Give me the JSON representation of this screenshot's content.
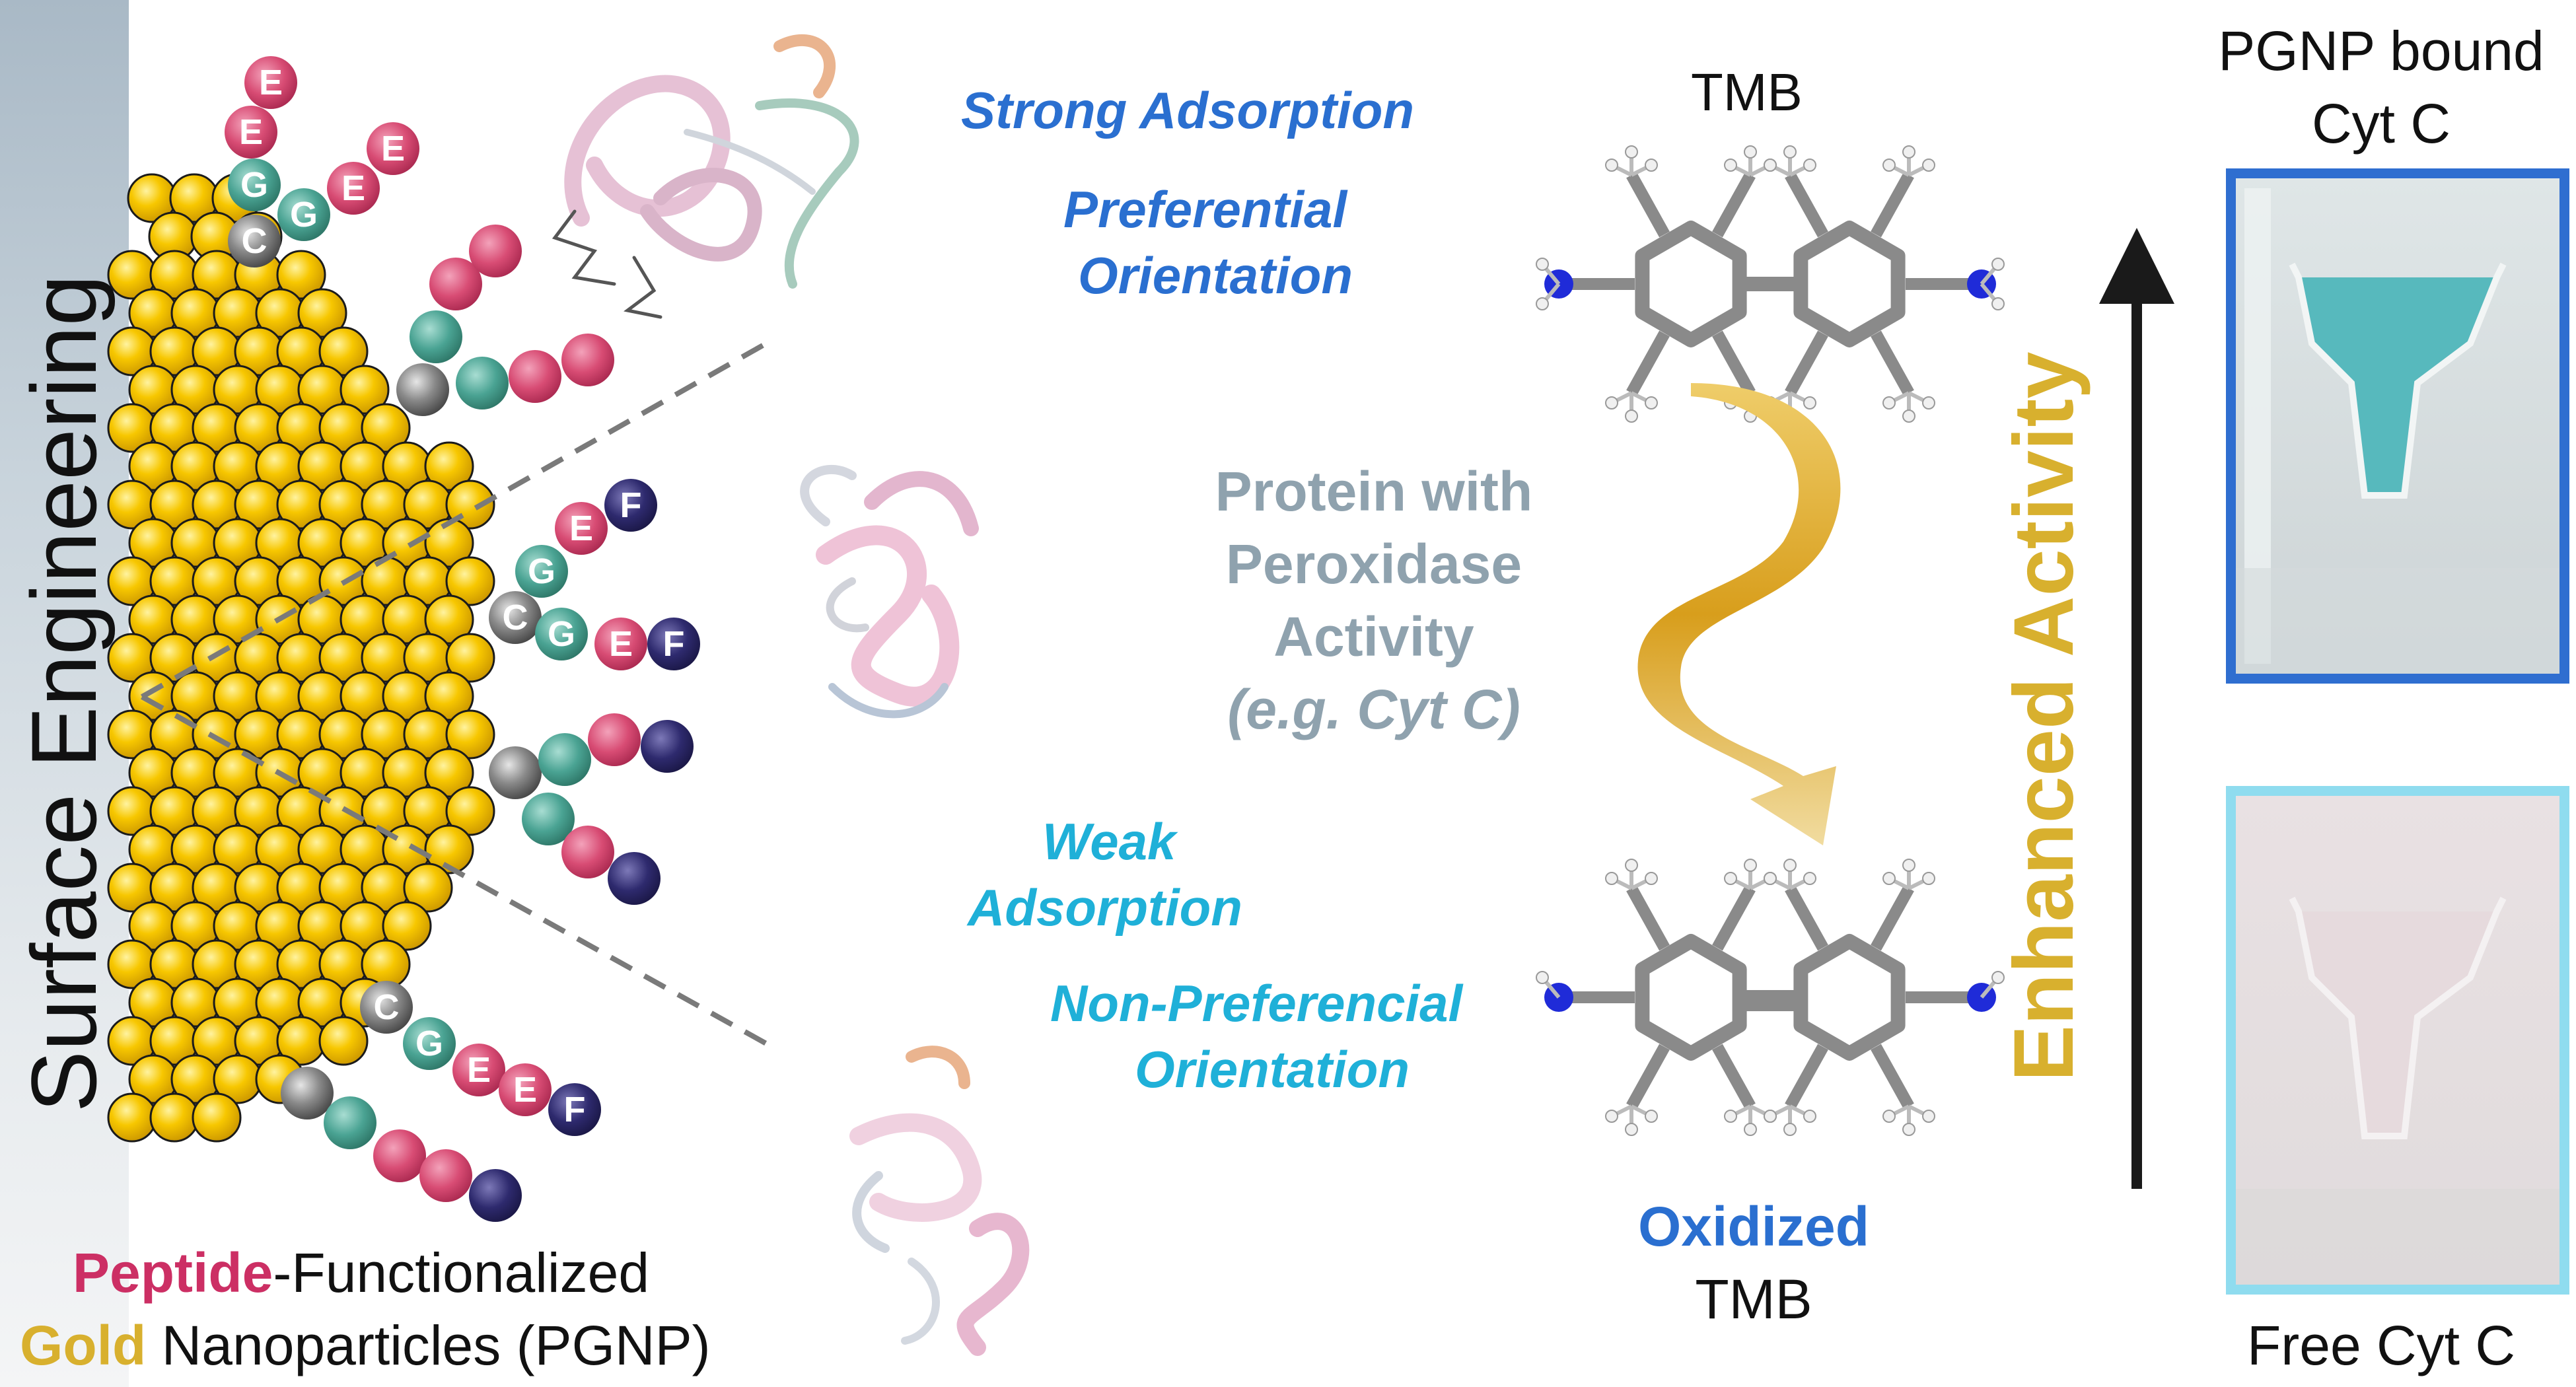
{
  "colors": {
    "gold": "#f7c700",
    "gold_label": "#d8b02e",
    "peptide_red": "#cc2f64",
    "pink_bead": "#d84c74",
    "teal_bead": "#4aa393",
    "navy_bead": "#2e2a6e",
    "grey_bead": "#7b7b7b",
    "blue_text": "#2a6fd0",
    "cyan_text": "#1fb0d8",
    "grey_text": "#8fa2ae",
    "frame_dark_blue": "#2f6ed0",
    "frame_light_blue": "#8fdcef",
    "arrow_gold": "#e0a82a"
  },
  "side_label": "Surface Engineering",
  "beads": {
    "chain1": [
      "E",
      "E",
      "G",
      "C",
      "G",
      "E",
      "E"
    ],
    "chain2": [
      "E",
      "F",
      "G",
      "C",
      "G",
      "E",
      "F"
    ],
    "chain3": [
      "C",
      "G",
      "E",
      "E",
      "F"
    ]
  },
  "adsorption": {
    "strong": "Strong Adsorption",
    "preferential_1": "Preferential",
    "preferential_2": "Orientation",
    "weak_1": "Weak",
    "weak_2": "Adsorption",
    "nonpref_1": "Non-Preferencial",
    "nonpref_2": "Orientation"
  },
  "protein_label": {
    "line1": "Protein with",
    "line2": "Peroxidase",
    "line3": "Activity",
    "line4": "(e.g. Cyt C)"
  },
  "molecules": {
    "tmb_title": "TMB",
    "oxidized_1": "Oxidized",
    "oxidized_2": "TMB"
  },
  "activity_label": "Enhanced Activity",
  "cuvettes": {
    "top_label_1": "PGNP bound",
    "top_label_2": "Cyt C",
    "bottom_label": "Free Cyt C",
    "top_liquid": "#57b9bd",
    "bottom_liquid": "#e6dadd"
  },
  "pgnp_label": {
    "peptide": "Peptide",
    "functionalized": "-Functionalized",
    "gold": "Gold",
    "rest": " Nanoparticles (PGNP)"
  }
}
